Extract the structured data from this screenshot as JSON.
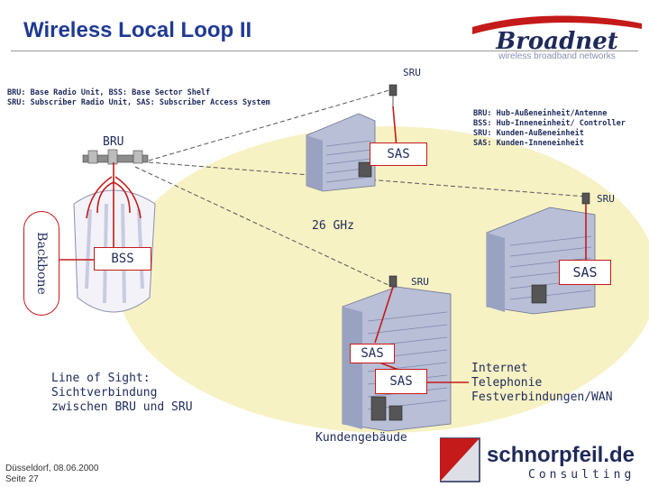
{
  "title": "Wireless Local Loop II",
  "logo_broadnet": {
    "name": "Broadnet",
    "tagline": "wireless broadband networks",
    "accent_color": "#c41a1a",
    "brand_color": "#1f2a5a"
  },
  "legend_en": [
    "BRU: Base Radio Unit, BSS: Base Sector Shelf",
    "SRU: Subscriber Radio Unit, SAS: Subscriber Access System"
  ],
  "legend_de": [
    "BRU: Hub-Außeneinheit/Antenne",
    "BSS: Hub-Inneneinheit/ Controller",
    "SRU: Kunden-Außeneinheit",
    "SAS: Kunden-Inneneinheit"
  ],
  "labels": {
    "sru_top": "SRU",
    "bru": "BRU",
    "sas_top": "SAS",
    "sru_right": "SRU",
    "ghz": "26 GHz",
    "bss": "BSS",
    "backbone": "Backbone",
    "sru_center": "SRU",
    "sas_right": "SAS",
    "sas_center": "SAS",
    "sas_lower": "SAS",
    "kundengebaeude": "Kundengebäude"
  },
  "line_of_sight": [
    "Line of Sight:",
    "Sichtverbindung",
    "zwischen BRU und SRU"
  ],
  "services": [
    "Internet",
    "Telephonie",
    "Festverbindungen/WAN"
  ],
  "footer": {
    "place_date": "Düsseldorf, 08.06.2000",
    "page": "Seite 27"
  },
  "logo_schnorpfeil": {
    "name": "schnorpfeil.de",
    "sub": "Consulting"
  },
  "colors": {
    "title": "#1f3a93",
    "connector": "#c41a1a",
    "coverage": "#f7f2c4",
    "building": "#b8bfd6"
  }
}
